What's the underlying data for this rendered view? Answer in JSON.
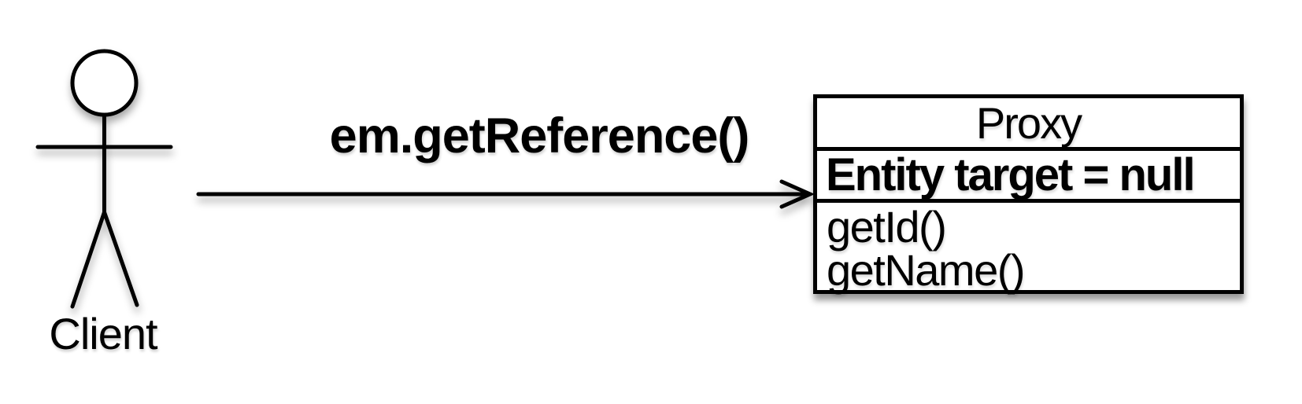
{
  "page": {
    "background_color": "#ffffff",
    "ink_color": "#000000",
    "shadow_color": "rgba(0,0,0,0.35)"
  },
  "actor": {
    "icon": "stick-figure-icon",
    "label": "Client"
  },
  "arrow": {
    "icon": "right-arrow-icon",
    "label": "em.getReference()"
  },
  "class_box": {
    "title": "Proxy",
    "attribute": "Entity target = null",
    "methods": [
      "getId()",
      "getName()"
    ]
  }
}
